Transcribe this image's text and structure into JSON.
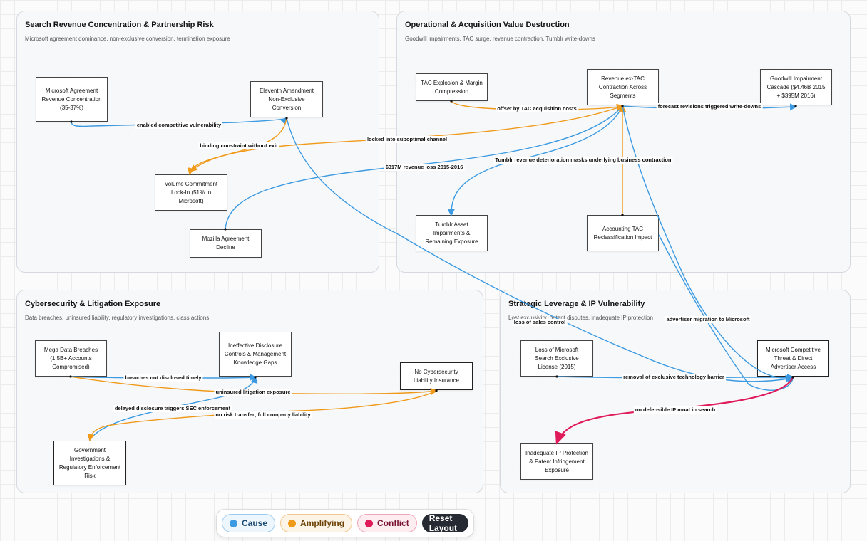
{
  "colors": {
    "cause": "#3b9ae1",
    "amplifying": "#f09a1a",
    "conflict": "#e01b5a",
    "reset_bg": "#262a33"
  },
  "groups": {
    "search": {
      "title": "Search Revenue Concentration & Partnership Risk",
      "subtitle": "Microsoft agreement dominance, non-exclusive conversion, termination exposure"
    },
    "operational": {
      "title": "Operational & Acquisition Value Destruction",
      "subtitle": "Goodwill impairments, TAC surge, revenue contraction, Tumblr write-downs"
    },
    "cyber": {
      "title": "Cybersecurity & Litigation Exposure",
      "subtitle": "Data breaches, uninsured liability, regulatory investigations, class actions"
    },
    "strategic": {
      "title": "Strategic Leverage & IP Vulnerability",
      "subtitle": "Lost exclusivity, patent disputes, inadequate IP protection"
    }
  },
  "nodes": {
    "ms_agreement": "Microsoft Agreement Revenue Concentration (35-37%)",
    "eleventh_amendment": "Eleventh Amendment Non-Exclusive Conversion",
    "volume_commitment": "Volume Commitment Lock-In (51% to Microsoft)",
    "mozilla": "Mozilla Agreement Decline",
    "tac_explosion": "TAC Explosion & Margin Compression",
    "revenue_ex_tac": "Revenue ex-TAC Contraction Across Segments",
    "goodwill": "Goodwill Impairment Cascade ($4.46B 2015 + $395M 2016)",
    "tumblr": "Tumblr Asset Impairments & Remaining Exposure",
    "accounting_tac": "Accounting TAC Reclassification Impact",
    "mega_breaches": "Mega Data Breaches (1.5B+ Accounts Compromised)",
    "ineffective_disclosure": "Ineffective Disclosure Controls & Management Knowledge Gaps",
    "no_insurance": "No Cybersecurity Liability Insurance",
    "gov_investigations": "Government Investigations & Regulatory Enforcement Risk",
    "loss_license": "Loss of Microsoft Search Exclusive License (2015)",
    "ms_threat": "Microsoft Competitive Threat & Direct Advertiser Access",
    "inadequate_ip": "Inadequate IP Protection & Patent Infringement Exposure"
  },
  "edges": [
    {
      "id": "e1",
      "type": "cause",
      "label": "enabled competitive vulnerability"
    },
    {
      "id": "e2",
      "type": "amplifying",
      "label": "binding constraint without exit"
    },
    {
      "id": "e3",
      "type": "amplifying",
      "label": "locked into suboptimal channel"
    },
    {
      "id": "e4",
      "type": "cause",
      "label": "$317M revenue loss 2015-2016"
    },
    {
      "id": "e5",
      "type": "amplifying",
      "label": "offset by TAC acquisition costs"
    },
    {
      "id": "e6",
      "type": "cause",
      "label": "forecast revisions triggered write-downs"
    },
    {
      "id": "e7",
      "type": "cause",
      "label": "Tumblr revenue deterioration masks underlying business contraction"
    },
    {
      "id": "e8",
      "type": "amplifying",
      "label": ""
    },
    {
      "id": "e9",
      "type": "cause",
      "label": "advertiser migration to Microsoft"
    },
    {
      "id": "e10",
      "type": "cause",
      "label": "loss of sales control"
    },
    {
      "id": "e11",
      "type": "cause",
      "label": "removal of exclusive technology barrier"
    },
    {
      "id": "e12",
      "type": "conflict",
      "label": "no defensible IP moat in search"
    },
    {
      "id": "e13",
      "type": "cause",
      "label": "breaches not disclosed timely"
    },
    {
      "id": "e14",
      "type": "amplifying",
      "label": "uninsured litigation exposure"
    },
    {
      "id": "e15",
      "type": "cause",
      "label": "delayed disclosure triggers SEC enforcement"
    },
    {
      "id": "e16",
      "type": "amplifying",
      "label": "no risk transfer; full company liability"
    }
  ],
  "legend": {
    "cause": "Cause",
    "amplifying": "Amplifying",
    "conflict": "Conflict",
    "reset": "Reset Layout"
  }
}
